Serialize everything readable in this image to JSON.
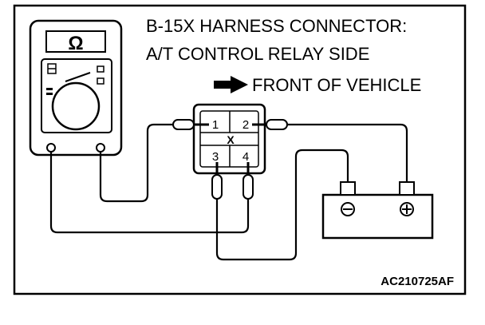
{
  "diagram": {
    "title_line1": "B-15X HARNESS CONNECTOR:",
    "title_line2": "A/T CONTROL RELAY SIDE",
    "direction_label": "FRONT OF VEHICLE",
    "direction_icon": "right-arrow-icon",
    "figure_code": "AC210725AF"
  },
  "ohmmeter": {
    "display_symbol": "Ω",
    "icon": "multimeter-icon"
  },
  "connector": {
    "pins": [
      "1",
      "2",
      "3",
      "4"
    ],
    "bridge_mark": "X"
  },
  "battery": {
    "negative_symbol": "−",
    "positive_symbol": "+",
    "icon": "battery-icon"
  }
}
